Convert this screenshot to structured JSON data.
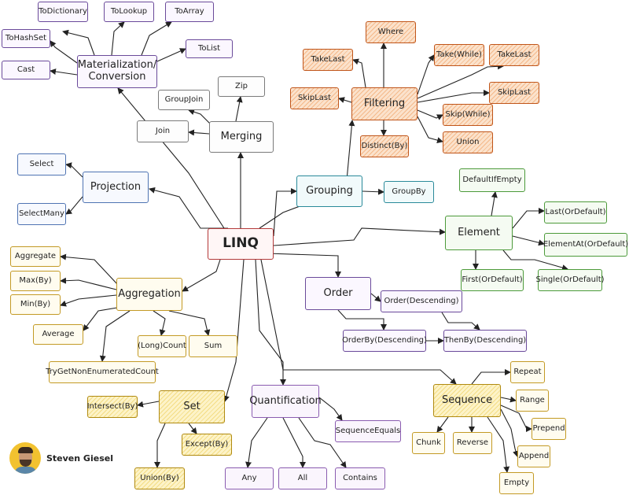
{
  "author": {
    "name": "Steven Giesel"
  },
  "nodes": {
    "linq": "LINQ",
    "materialization": "Materialization/\nConversion",
    "to_dictionary": "ToDictionary",
    "to_lookup": "ToLookup",
    "to_array": "ToArray",
    "to_hashset": "ToHashSet",
    "to_list": "ToList",
    "cast": "Cast",
    "merging": "Merging",
    "zip": "Zip",
    "group_join": "GroupJoin",
    "join": "Join",
    "projection": "Projection",
    "select": "Select",
    "select_many": "SelectMany",
    "filtering": "Filtering",
    "where": "Where",
    "take_last_1": "TakeLast",
    "take_while": "Take(While)",
    "take_last_2": "TakeLast",
    "skip_last_1": "SkipLast",
    "skip_last_2": "SkipLast",
    "skip_while": "Skip(While)",
    "distinct": "Distinct(By)",
    "union_f": "Union",
    "grouping": "Grouping",
    "group_by": "GroupBy",
    "element": "Element",
    "default_if_empty": "DefaultIfEmpty",
    "last": "Last(OrDefault)",
    "element_at": "ElementAt(OrDefault)",
    "first": "First(OrDefault)",
    "single": "Single(OrDefault)",
    "aggregation": "Aggregation",
    "aggregate": "Aggregate",
    "max": "Max(By)",
    "min": "Min(By)",
    "average": "Average",
    "long_count": "(Long)Count",
    "sum": "Sum",
    "try_get_count": "TryGetNonEnumeratedCount",
    "order": "Order",
    "order_desc": "Order(Descending)",
    "order_by_desc": "OrderBy(Descending)",
    "then_by_desc": "ThenBy(Descending)",
    "set": "Set",
    "intersect": "Intersect(By)",
    "except": "Except(By)",
    "union_s": "Union(By)",
    "quantification": "Quantification",
    "sequence_equals": "SequenceEquals",
    "any": "Any",
    "all": "All",
    "contains": "Contains",
    "sequence": "Sequence",
    "repeat": "Repeat",
    "range": "Range",
    "prepend": "Prepend",
    "append": "Append",
    "empty": "Empty",
    "chunk": "Chunk",
    "reverse": "Reverse"
  }
}
